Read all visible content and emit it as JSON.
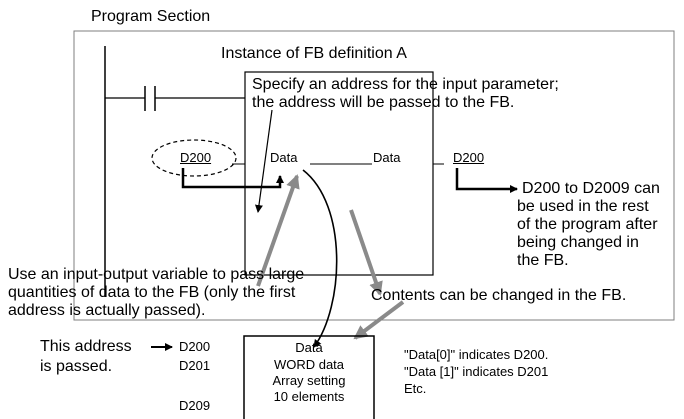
{
  "section_title": "Program Section",
  "instance_title": "Instance of FB definition A",
  "specify_address_lines": [
    "Specify an address for the input parameter;",
    "the address will be passed to the FB."
  ],
  "input_address": "D200",
  "fb_input_param": "Data",
  "fb_output_param": "Data",
  "output_address": "D200",
  "after_fb_note_lines": [
    "D200 to D2009 can",
    "be used in the rest",
    "of the program after",
    "being changed in",
    "the FB."
  ],
  "io_variable_note_lines": [
    "Use an input-output variable to pass large",
    "quantities of data to the FB (only the first",
    "address is actually passed)."
  ],
  "contents_note": "Contents can be changed in the FB.",
  "this_address_lines": [
    "This address",
    "is passed."
  ],
  "memory_addresses": [
    "D200",
    "D201",
    "D209"
  ],
  "data_box_lines": [
    "Data",
    "WORD data",
    "Array setting",
    "10 elements"
  ],
  "index_note_lines": [
    "\"Data[0]\" indicates D200.",
    "\"Data [1]\" indicates D201",
    "Etc."
  ]
}
